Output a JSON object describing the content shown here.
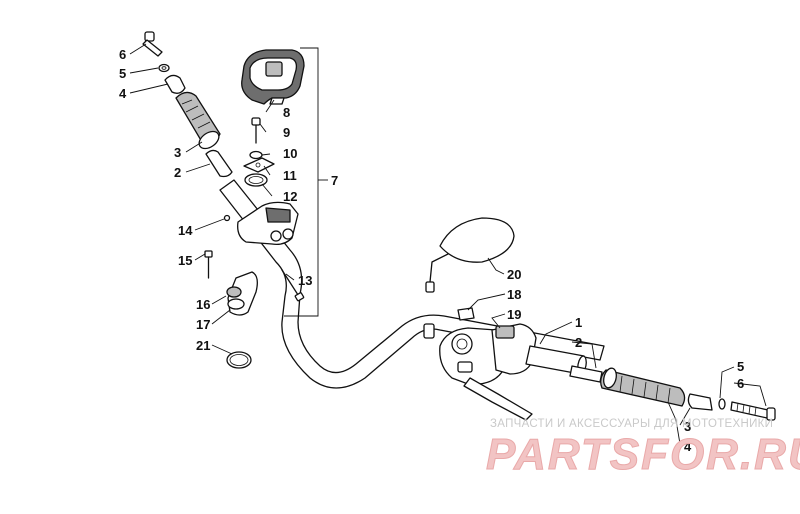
{
  "callouts": {
    "c6a": "6",
    "c5a": "5",
    "c4a": "4",
    "c3a": "3",
    "c2a": "2",
    "c8": "8",
    "c9": "9",
    "c10": "10",
    "c11": "11",
    "c12": "12",
    "c7": "7",
    "c14": "14",
    "c15": "15",
    "c13": "13",
    "c16": "16",
    "c17": "17",
    "c21": "21",
    "c20": "20",
    "c18": "18",
    "c19": "19",
    "c1": "1",
    "c2b": "2",
    "c3b": "3",
    "c4b": "4",
    "c5b": "5",
    "c6b": "6"
  },
  "watermark": {
    "caption": "ЗАПЧАСТИ И АКСЕССУАРЫ ДЛЯ МОТОТЕХНИКИ",
    "logo": "PARTSFOR.RU"
  },
  "colors": {
    "line": "#111111",
    "grip_grey": "#bdbdbd",
    "watermark_red": "#f2c4c4"
  }
}
